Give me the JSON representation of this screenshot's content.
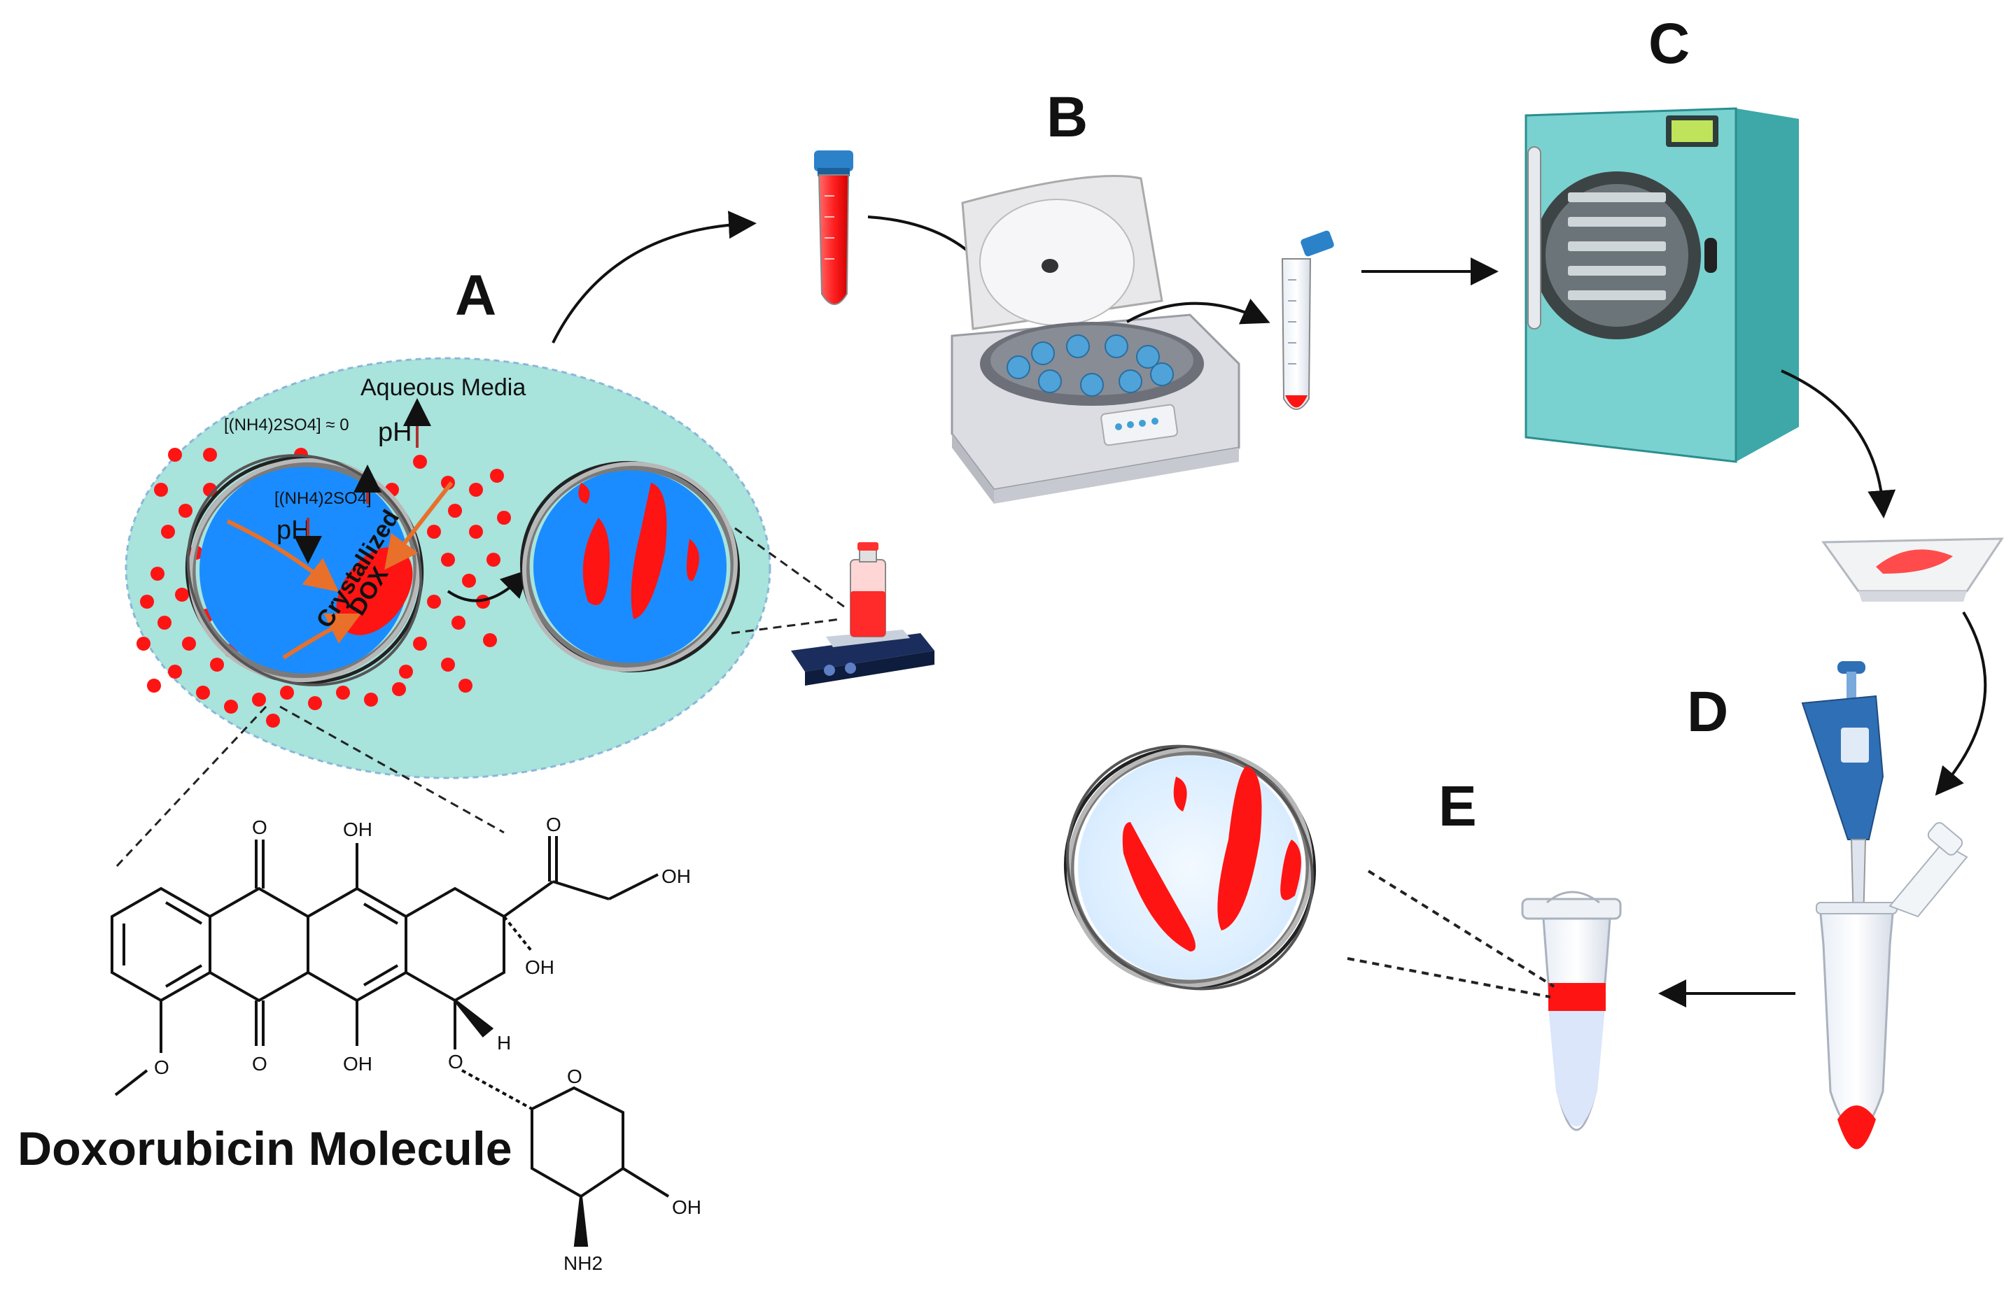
{
  "panels": {
    "a": "A",
    "b": "B",
    "c": "C",
    "d": "D",
    "e": "E"
  },
  "molecule": {
    "name": "Doxorubicin Molecule",
    "atoms": {
      "o": "O",
      "oh": "OH",
      "h": "H",
      "nh2": "NH2"
    }
  },
  "panel_a": {
    "aqueous_media": "Aqueous Media",
    "outer_salt": "[(NH4)2SO4] ≈ 0",
    "outer_ph": "pH",
    "inner_salt": "[(NH4)2SO4]",
    "inner_ph": "pH",
    "crystal_label_1": "Crystallized",
    "crystal_label_2": "DOX"
  },
  "colors": {
    "drug_red": "#ff1414",
    "core_blue": "#1a8cff",
    "media_teal": "#a8e3dc",
    "dryer_teal": "#5ec4c4",
    "pipette_blue": "#2f6fb5",
    "arrow_orange": "#e8702a",
    "ph_arrow": "#b03030"
  }
}
